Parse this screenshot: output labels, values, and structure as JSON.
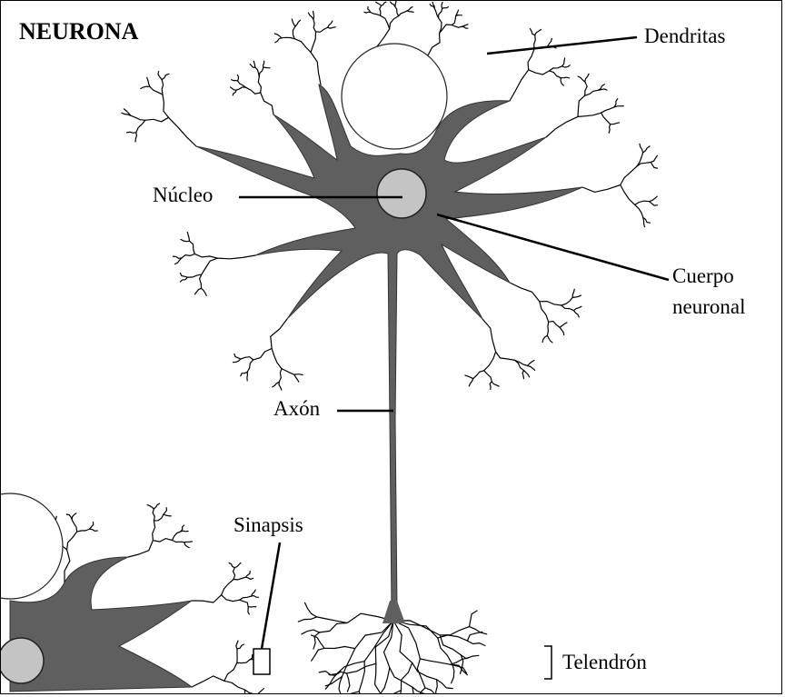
{
  "title": "NEURONA",
  "labels": {
    "dendrites": "Dendritas",
    "nucleus": "Núcleo",
    "cell_body_line1": "Cuerpo",
    "cell_body_line2": "neuronal",
    "axon": "Axón",
    "synapse": "Sinapsis",
    "telodendron": "Telendrón"
  },
  "colors": {
    "body": "#5f5f5f",
    "nucleus": "#c4c4c4",
    "ink": "#000000"
  }
}
